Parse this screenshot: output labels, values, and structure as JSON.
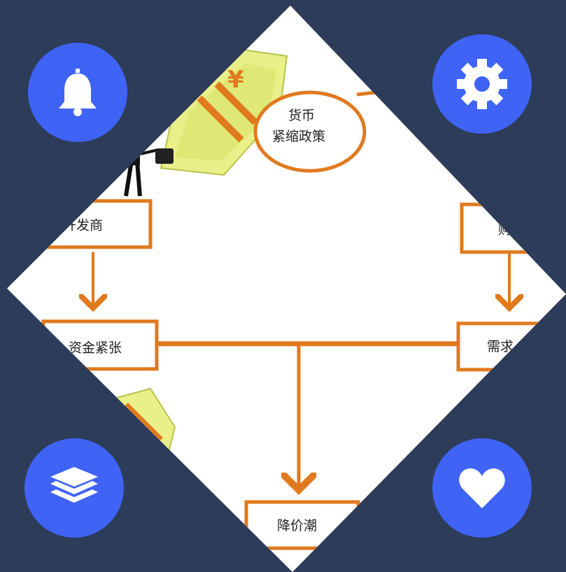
{
  "diagram": {
    "policy_line1": "货币",
    "policy_line2": "紧缩政策",
    "developer": "开发商",
    "funds": "资金紧张",
    "buyer": "购房",
    "demand": "需求",
    "price_cut": "降价潮"
  },
  "buttons": {
    "top_left_icon": "bell-icon",
    "top_right_icon": "gear-icon",
    "bottom_left_icon": "layers-icon",
    "bottom_right_icon": "heart-icon"
  },
  "colors": {
    "background": "#2d3c58",
    "button": "#3e63f5",
    "rope": "#e07a1e",
    "money": "#e9f08a"
  }
}
